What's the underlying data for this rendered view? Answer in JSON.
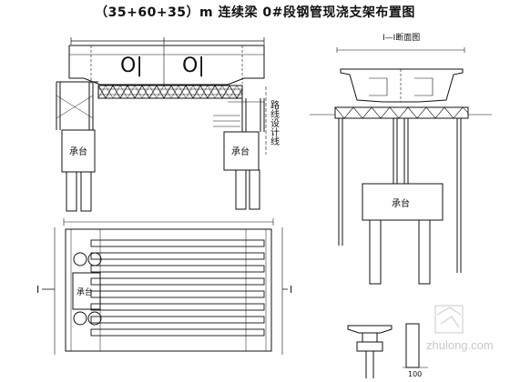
{
  "title": "（35+60+35）m 连续梁 0#段钢管现浇支架布置图",
  "elevation": {
    "pier_mark_left": "O|",
    "pier_mark_right": "O|",
    "label_left_cap": "承台",
    "label_right_cap": "承台",
    "route_design_line": "路线设计线"
  },
  "section": {
    "title": "I—I断面图",
    "label_cap": "承台"
  },
  "plan": {
    "label_cap": "承台",
    "cut_left": "I",
    "cut_right": "I"
  },
  "detail": {
    "dim_text": "100"
  },
  "watermark": "zhulong.com"
}
